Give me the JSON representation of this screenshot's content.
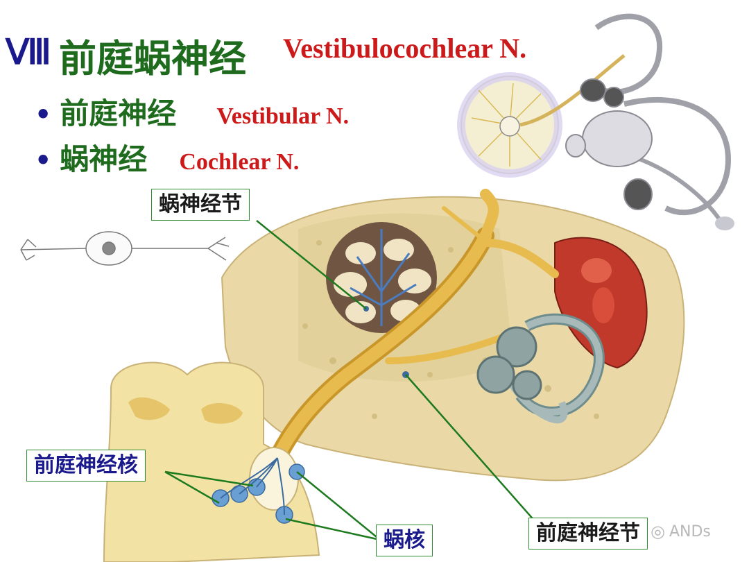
{
  "title": {
    "roman_numeral": "Ⅷ",
    "chinese": "前庭蜗神经",
    "english": "Vestibulocochlear N."
  },
  "bullets": [
    {
      "chinese": "前庭神经",
      "english": "Vestibular N."
    },
    {
      "chinese": "蜗神经",
      "english": "Cochlear N."
    }
  ],
  "labels": {
    "spiral_ganglion": "蜗神经节",
    "vestibular_nuclei": "前庭神经核",
    "cochlear_nuclei": "蜗核",
    "vestibular_ganglion": "前庭神经节"
  },
  "watermark": {
    "text": "ANDs",
    "icon": "wechat-icon"
  },
  "colors": {
    "title_numeral": "#1a1a8c",
    "chinese_text": "#1e6b1e",
    "english_text": "#cc1a1a",
    "nucleus_label": "#1a1a8c",
    "leader_line": "#1e7a1e",
    "nerve": "#e0b040",
    "bone": "#e8d9a8",
    "labyrinth": "#8fa3a3",
    "cochlea_blue": "#4a7cc0"
  }
}
